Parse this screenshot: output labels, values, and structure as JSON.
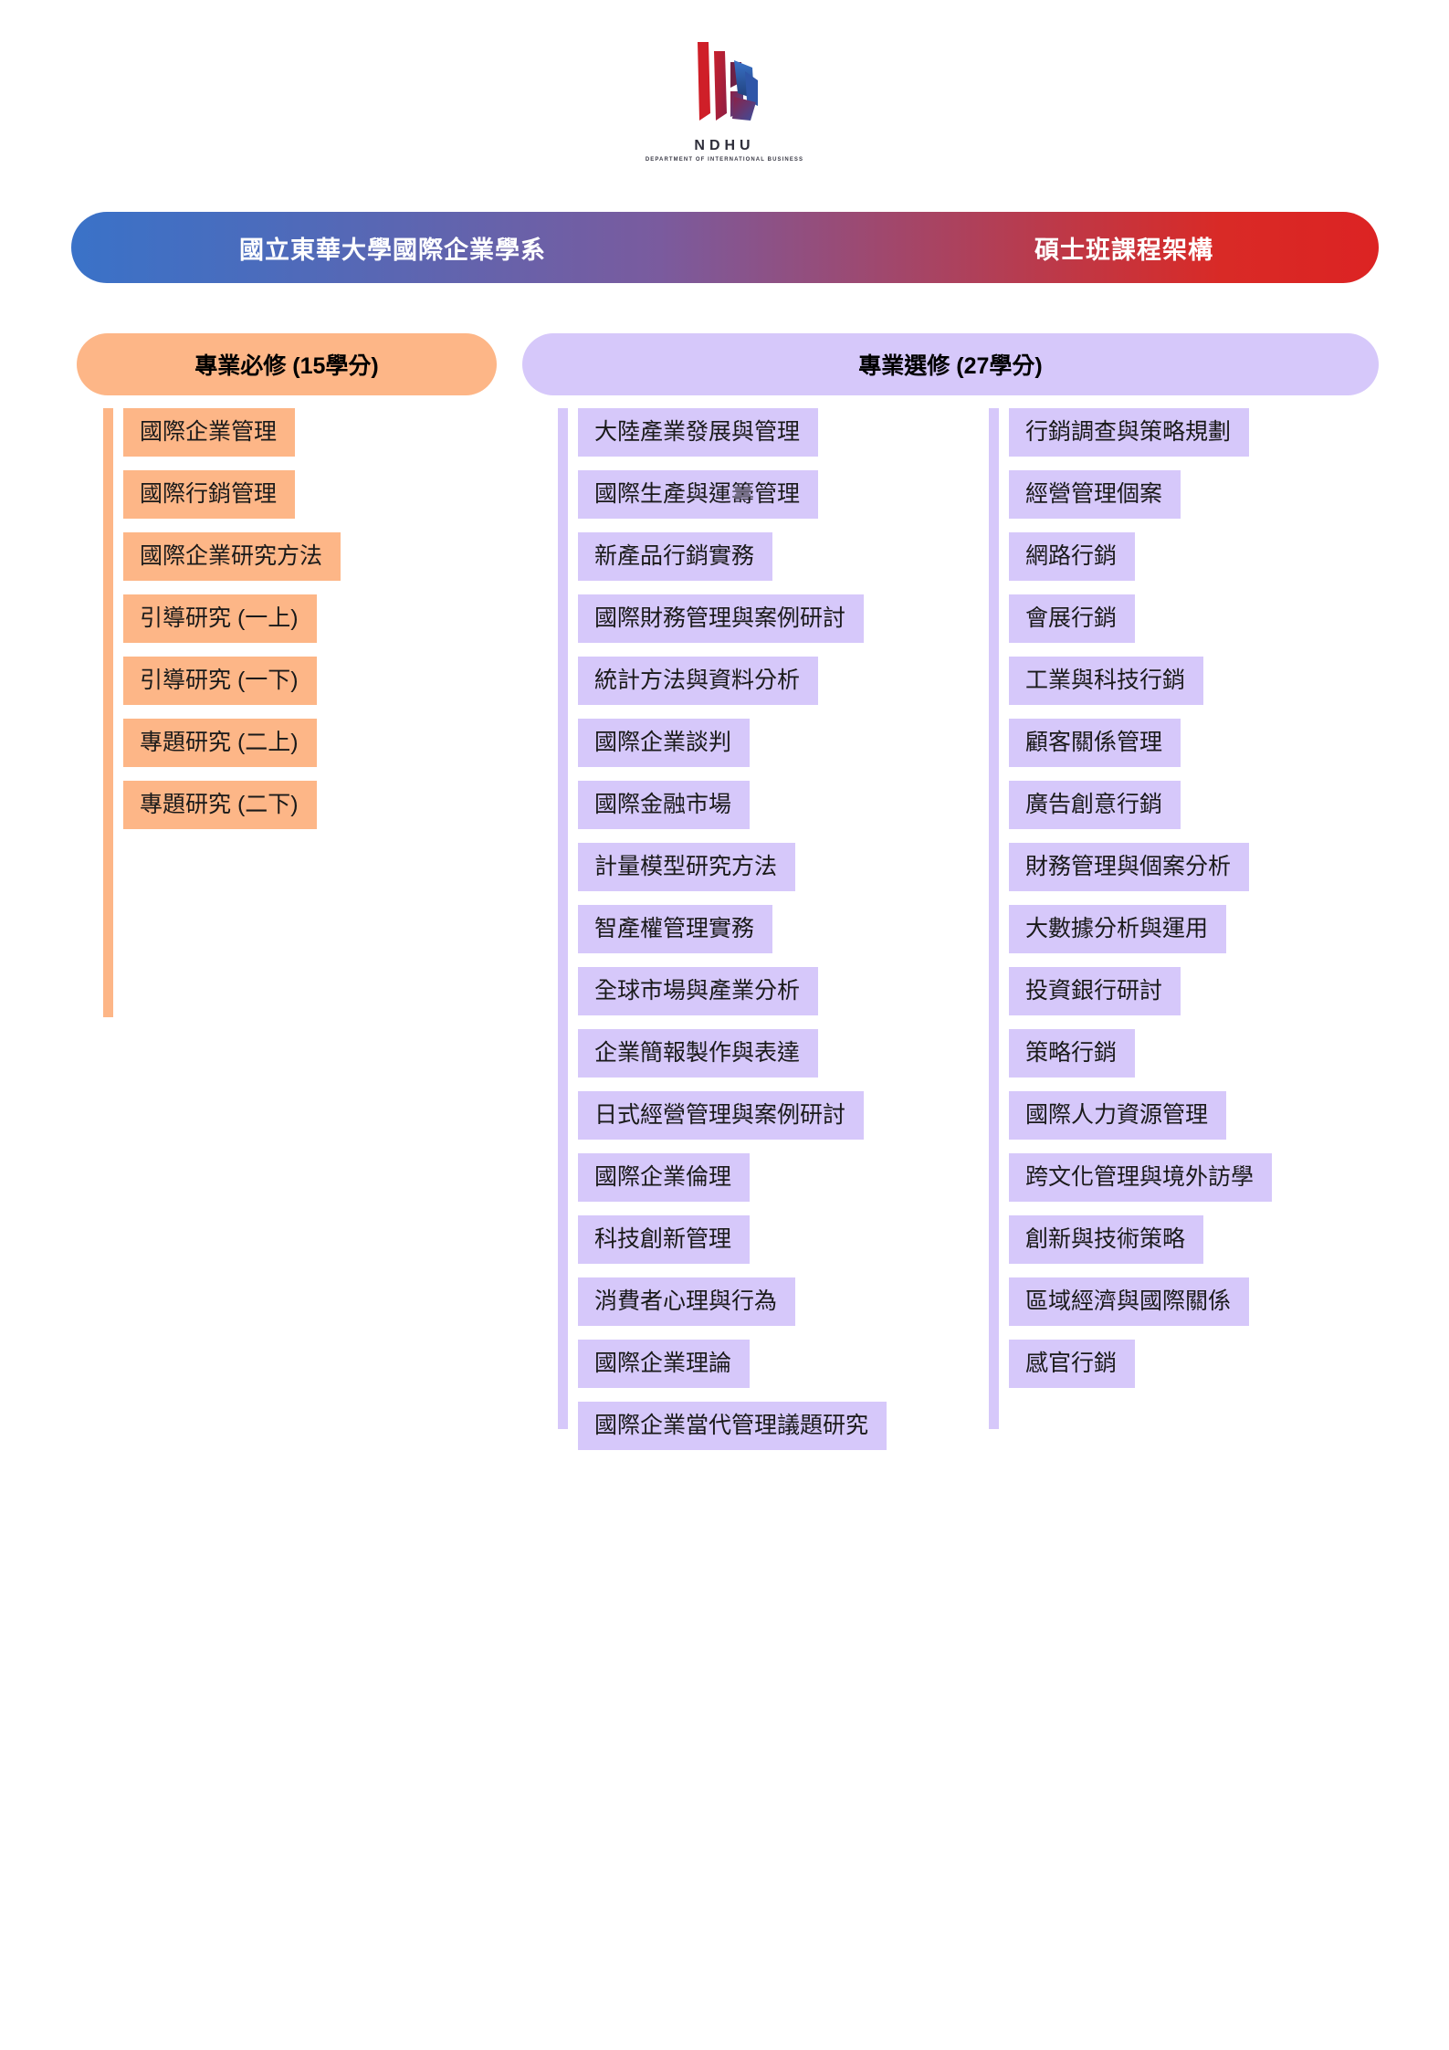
{
  "logo": {
    "name": "ndhu-logo",
    "title": "NDHU",
    "subtitle": "DEPARTMENT OF INTERNATIONAL BUSINESS"
  },
  "banner": {
    "department": "國立東華大學國際企業學系",
    "program": "碩士班課程架構",
    "gradient_start": "#3a72c8",
    "gradient_end": "#dc2323"
  },
  "sections": {
    "required": {
      "header": "專業必修 (15學分)",
      "color": "#fdb687",
      "courses": [
        "國際企業管理",
        "國際行銷管理",
        "國際企業研究方法",
        "引導研究 (一上)",
        "引導研究 (一下)",
        "專題研究 (二上)",
        "專題研究 (二下)"
      ]
    },
    "elective": {
      "header": "專業選修 (27學分)",
      "color": "#d6c8fa",
      "column_1": [
        "大陸產業發展與管理",
        "國際生產與運籌管理",
        "新產品行銷實務",
        "國際財務管理與案例研討",
        "統計方法與資料分析",
        "國際企業談判",
        "國際金融市場",
        "計量模型研究方法",
        "智產權管理實務",
        "全球市場與產業分析",
        "企業簡報製作與表達",
        "日式經營管理與案例研討",
        "國際企業倫理",
        "科技創新管理",
        "消費者心理與行為",
        "國際企業理論",
        "國際企業當代管理議題研究"
      ],
      "column_2": [
        "行銷調查與策略規劃",
        "經營管理個案",
        "網路行銷",
        "會展行銷",
        "工業與科技行銷",
        "顧客關係管理",
        "廣告創意行銷",
        "財務管理與個案分析",
        "大數據分析與運用",
        "投資銀行研討",
        "策略行銷",
        "國際人力資源管理",
        "跨文化管理與境外訪學",
        "創新與技術策略",
        "區域經濟與國際關係",
        "感官行銷"
      ]
    }
  }
}
